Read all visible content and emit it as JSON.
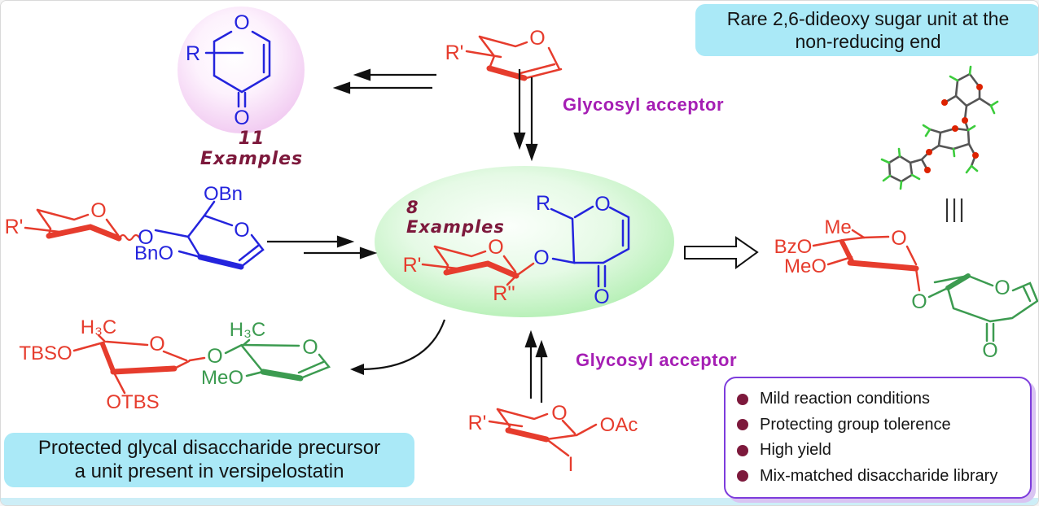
{
  "banners": {
    "rare_sugar_line1": "Rare 2,6-dideoxy sugar unit at the",
    "rare_sugar_line2": "non-reducing end",
    "precursor_line1": "Protected glycal disaccharide precursor",
    "precursor_line2": "a unit present in versipelostatin"
  },
  "labels": {
    "examples_top": "11 Examples",
    "examples_center": "8 Examples",
    "glycosyl_acceptor_top": "Glycosyl acceptor",
    "glycosyl_acceptor_bottom": "Glycosyl acceptor"
  },
  "features": {
    "items": [
      "Mild reaction conditions",
      "Protecting group tolerence",
      "High yield",
      "Mix-matched disaccharide library"
    ]
  },
  "atoms": {
    "pyranone_circle": {
      "r": "R",
      "ring_o": "O",
      "carbonyl_o": "O"
    },
    "glycal_top": {
      "r_prime": "R'",
      "ring_o": "O"
    },
    "product_center": {
      "r_prime": "R'",
      "ring_o_red": "O",
      "r_double_prime": "R''",
      "glyco_o": "O",
      "r": "R",
      "ring_o_blue": "O",
      "carbonyl_o": "O"
    },
    "disaccharide_left": {
      "r_prime": "R'",
      "ring_o_red": "O",
      "glyco_o": "O",
      "obn": "OBn",
      "bno": "BnO",
      "ring_o_blue": "O"
    },
    "disaccharide_bottom": {
      "h3c_red": "H₃C",
      "tbso": "TBSO",
      "ring_o_red": "O",
      "otbs": "OTBS",
      "glyco_o": "O",
      "h3c_green": "H₃C",
      "meo": "MeO",
      "ring_o_green": "O"
    },
    "iodide": {
      "r_prime": "R'",
      "ring_o": "O",
      "oac": "OAc",
      "iodo": "I"
    },
    "product_right": {
      "me": "Me",
      "bzo": "BzO",
      "meo": "MeO",
      "ring_o_red": "O",
      "glyco_o": "O",
      "ring_o_green": "O",
      "carbonyl_o": "O"
    }
  },
  "colors": {
    "red_structure": "#e63c2d",
    "blue_structure": "#2424dd",
    "green_structure": "#3c9b50",
    "purple_label": "#a51eb4",
    "maroon_label": "#7d193c",
    "cyan_banner": "#aae9f7",
    "feature_border": "#7d3cdc",
    "ellipse_green": "#a0eba0",
    "circle_purple": "#efc3ef"
  }
}
